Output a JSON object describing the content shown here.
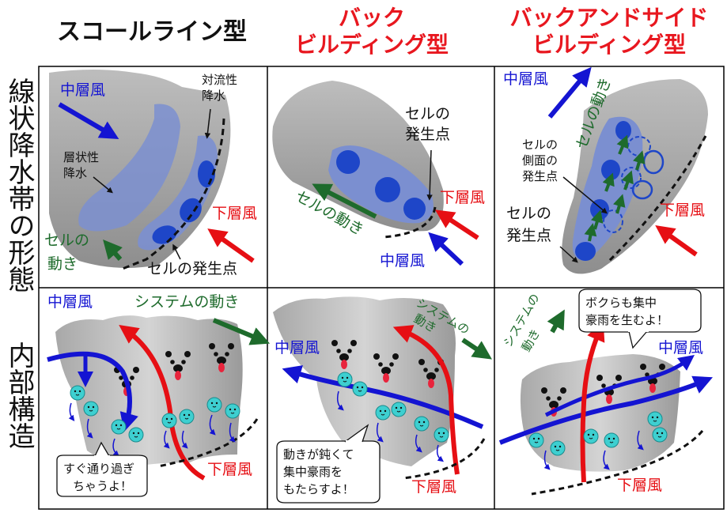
{
  "headers": {
    "col1": "スコールライン型",
    "col2_line1": "バック",
    "col2_line2": "ビルディング型",
    "col3_line1": "バックアンドサイド",
    "col3_line2": "ビルディング型"
  },
  "side_labels": {
    "row1": "線状降水帯の形態",
    "row2": "内部構造"
  },
  "panel_squall": {
    "mid_wind": "中層風",
    "convective_rain_1": "対流性",
    "convective_rain_2": "降水",
    "stratiform_rain_1": "層状性",
    "stratiform_rain_2": "降水",
    "low_wind": "下層風",
    "cell_move_1": "セルの",
    "cell_move_2": "動き",
    "origin": "セルの発生点"
  },
  "panel_back": {
    "origin_1": "セルの",
    "origin_2": "発生点",
    "cell_move": "セルの動き",
    "low_wind": "下層風",
    "mid_wind": "中層風"
  },
  "panel_backside": {
    "mid_wind": "中層風",
    "cell_move": "セルの動き",
    "side_origin_1": "セルの",
    "side_origin_2": "側面の",
    "side_origin_3": "発生点",
    "origin_1": "セルの",
    "origin_2": "発生点",
    "low_wind": "下層風"
  },
  "internal_squall": {
    "mid_wind": "中層風",
    "system_move": "システムの動き",
    "low_wind": "下層風",
    "bubble_1": "すぐ通り過ぎ",
    "bubble_2": "ちゃうよ！"
  },
  "internal_back": {
    "system_move_1": "システムの",
    "system_move_2": "動き",
    "mid_wind": "中層風",
    "low_wind": "下層風",
    "bubble_1": "動きが鈍くて",
    "bubble_2": "集中豪雨を",
    "bubble_3": "もたらすよ！"
  },
  "internal_backside": {
    "system_move_1": "システムの",
    "system_move_2": "動き",
    "bubble_1": "ボクらも集中",
    "bubble_2": "豪雨を生むよ！",
    "mid_wind": "中層風",
    "low_wind": "下層風"
  },
  "colors": {
    "mid_wind": "#1414d2",
    "low_wind": "#e60f14",
    "cell_motion": "#1e6b2c",
    "cloud_gray": "#9a9a9a",
    "stratiform": "#6f86c8",
    "cell": "#1e46c8"
  }
}
